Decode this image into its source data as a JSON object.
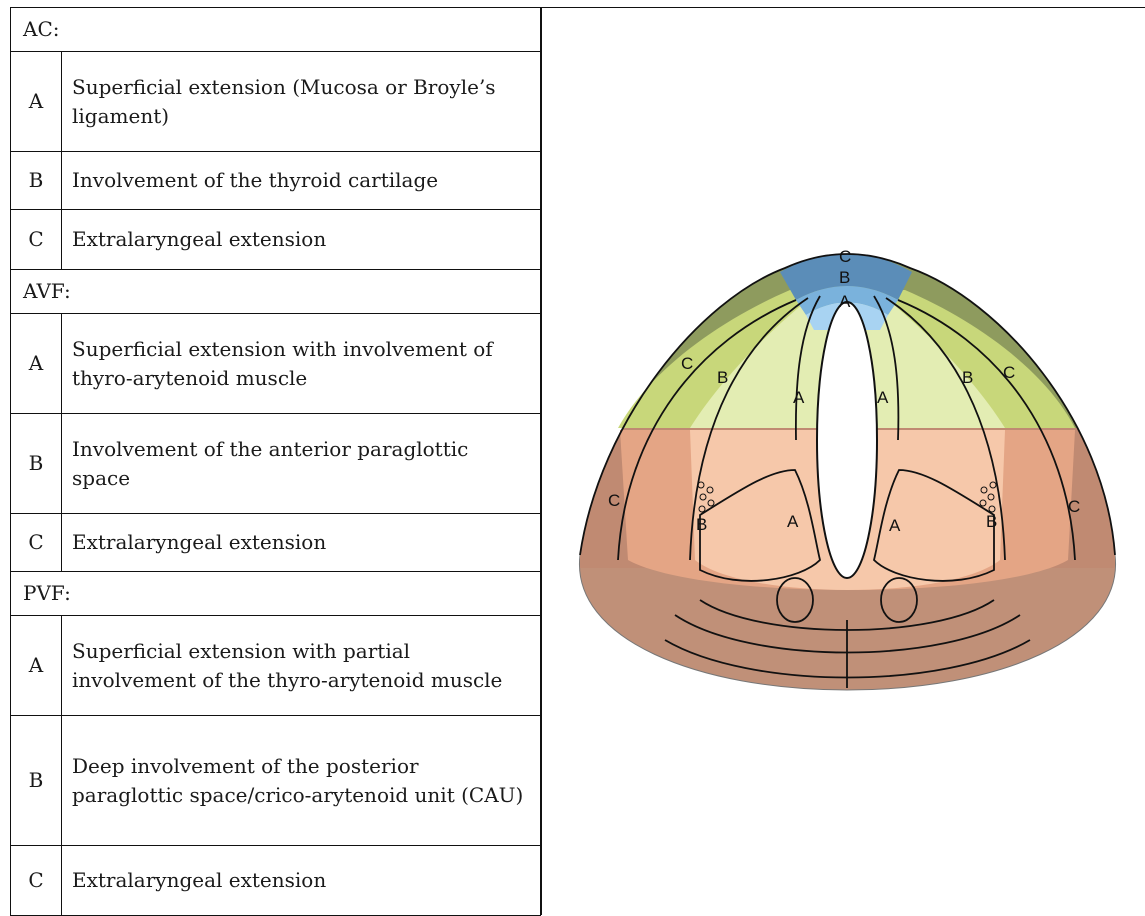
{
  "table": {
    "sections": [
      {
        "title": "AC:",
        "rows": [
          {
            "code": "A",
            "text": "Superficial extension (Mucosa or Broyle’s ligament)"
          },
          {
            "code": "B",
            "text": "Involvement of the thyroid cartilage"
          },
          {
            "code": "C",
            "text": "Extralaryngeal extension"
          }
        ]
      },
      {
        "title": "AVF:",
        "rows": [
          {
            "code": "A",
            "text": "Superficial extension with involvement of thyro-arytenoid muscle"
          },
          {
            "code": "B",
            "text": "Involvement of the anterior paraglottic space"
          },
          {
            "code": "C",
            "text": "Extralaryngeal extension"
          }
        ]
      },
      {
        "title": "PVF:",
        "rows": [
          {
            "code": "A",
            "text": "Superficial extension with partial involvement of the thyro-arytenoid muscle"
          },
          {
            "code": "B",
            "text": "Deep involvement of the posterior paraglottic space/crico-arytenoid unit (CAU)"
          },
          {
            "code": "C",
            "text": "Extralaryngeal extension"
          }
        ]
      }
    ]
  },
  "diagram": {
    "labels": {
      "top_c": "C",
      "top_b": "B",
      "top_a": "A",
      "left_c_upper": "C",
      "left_b_upper": "B",
      "left_a_upper": "A",
      "right_a_upper": "A",
      "right_b_upper": "B",
      "right_c_upper": "C",
      "left_c_lower": "C",
      "left_b_lower": "B",
      "left_a_lower": "A",
      "right_a_lower": "A",
      "right_b_lower": "B",
      "right_c_lower": "C"
    },
    "colors": {
      "zone_ac_c": "#5b8db8",
      "zone_ac_b": "#7ab2dc",
      "zone_ac_a": "#a8d3f2",
      "zone_avf_c": "#8e9b5e",
      "zone_avf_b": "#c8d77a",
      "zone_avf_a": "#e3edb3",
      "zone_pvf_c": "#c08a72",
      "zone_pvf_b": "#e4a585",
      "zone_pvf_a": "#f6c8aa",
      "outer_base": "#c09078"
    }
  }
}
